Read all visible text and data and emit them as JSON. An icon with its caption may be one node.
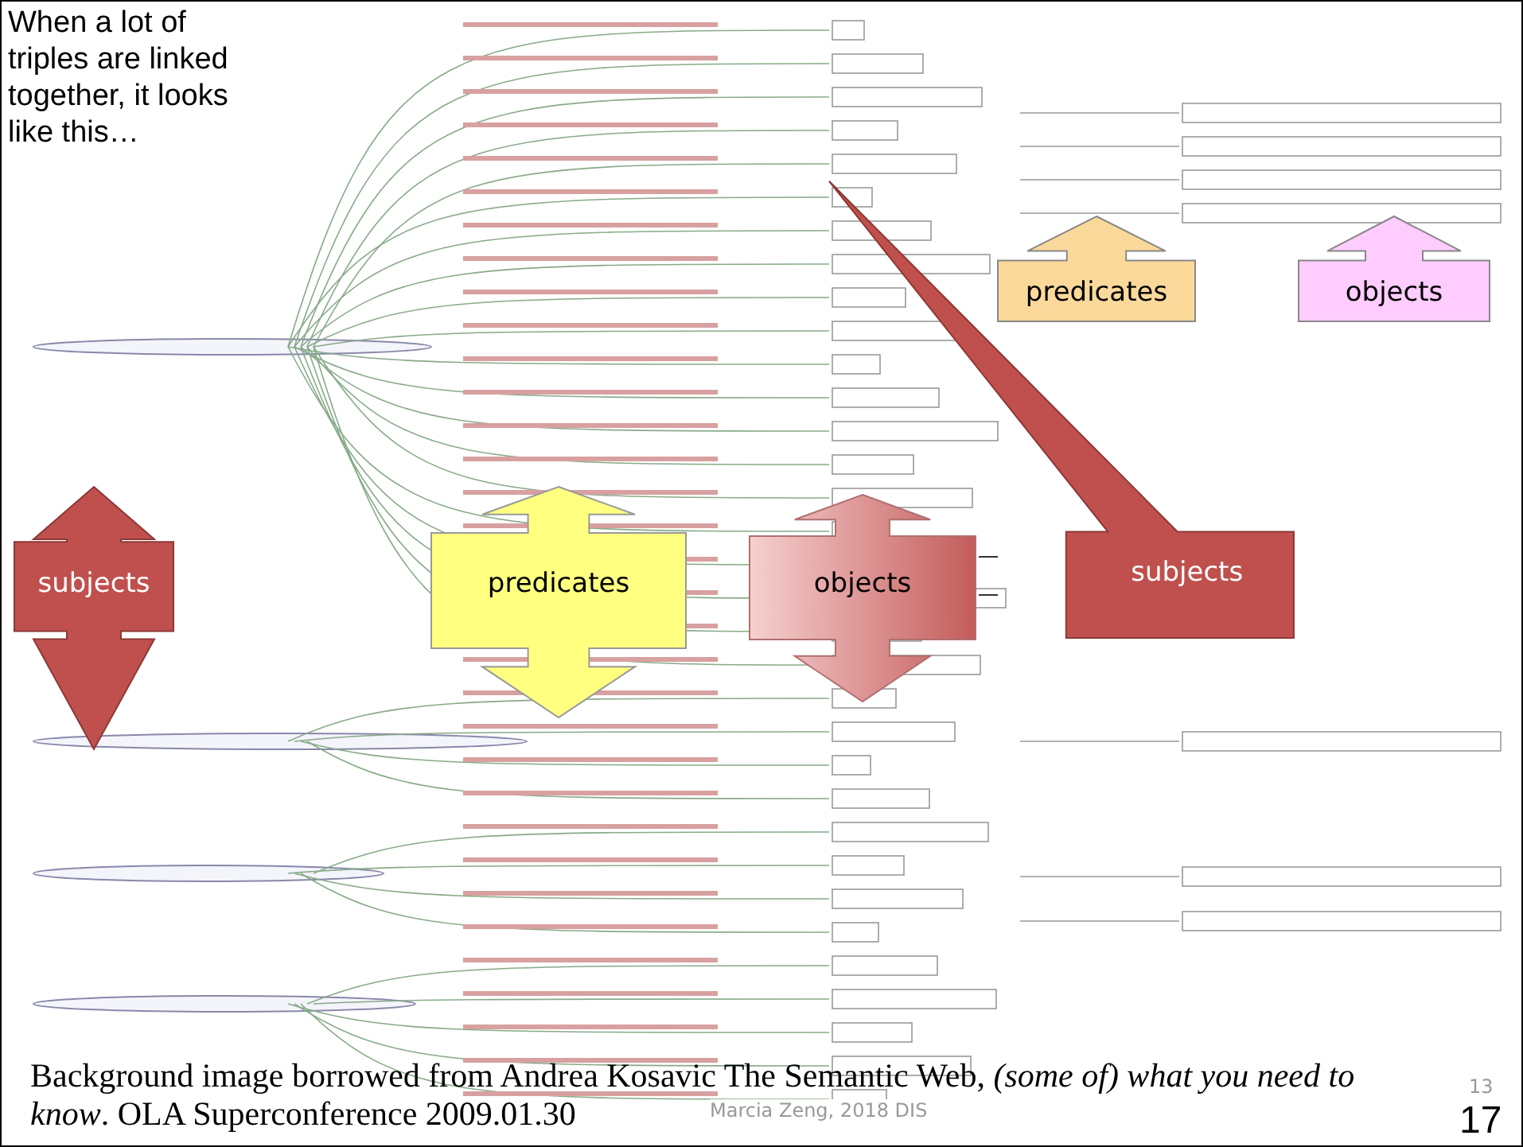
{
  "diagram": {
    "title": "When a lot of triples are linked together, it looks like this…",
    "caption": "Background image borrowed from Andrea Kosavic The Semantic Web, *(some of) what you need to know*. OLA Superconference 2009.01.30",
    "nodes": [
      {
        "text": [
          "subjects"
        ]
      },
      {
        "text": [
          "predicates"
        ]
      },
      {
        "text": [
          "objects"
        ]
      },
      {
        "text": [
          "subjects"
        ]
      },
      {
        "text": [
          "predicates"
        ]
      },
      {
        "text": [
          "objects"
        ]
      }
    ],
    "edges": [],
    "labels": [
      "Marcia Zeng, 2018 DIS",
      "13",
      "17"
    ]
  }
}
